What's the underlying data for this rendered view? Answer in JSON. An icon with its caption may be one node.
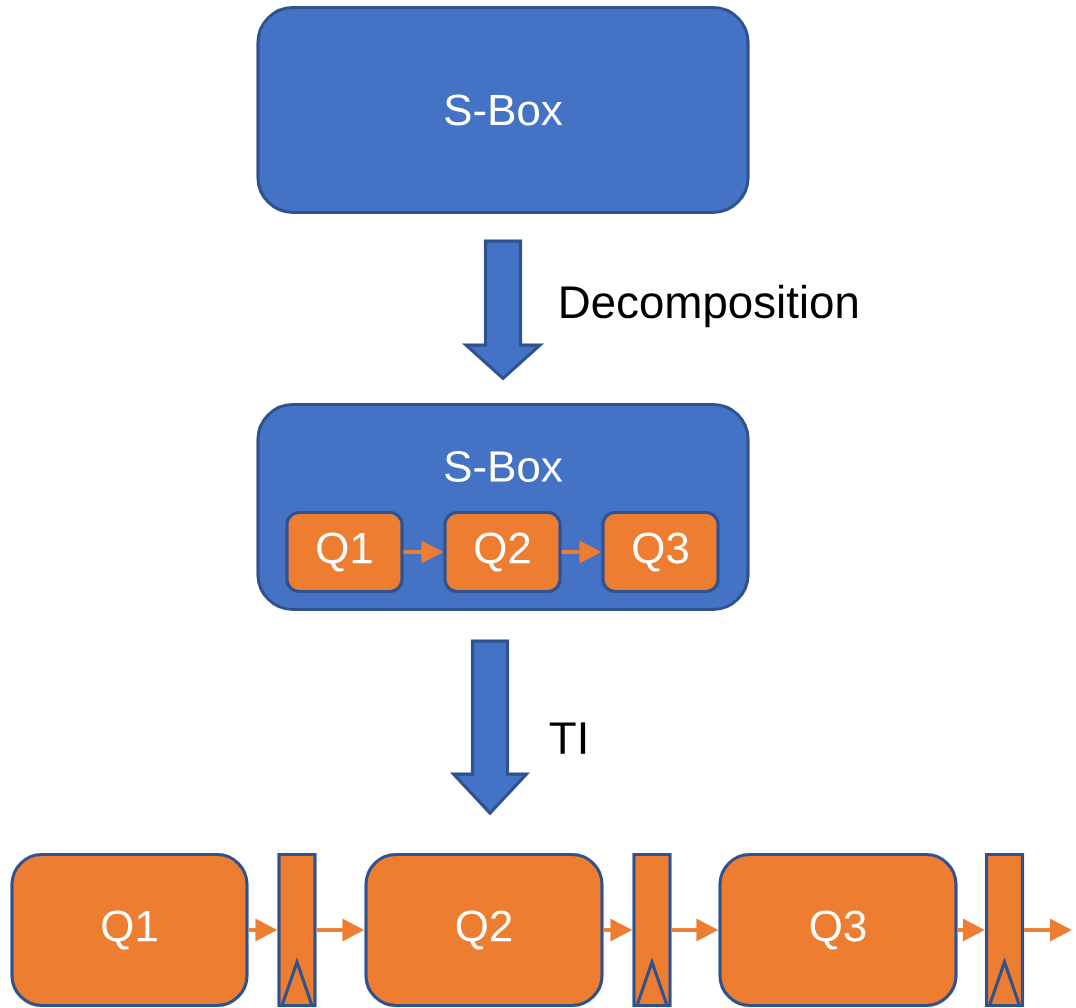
{
  "diagram": {
    "nodes": [
      {
        "text": [
          "S-Box"
        ]
      },
      {
        "text": [
          "S-Box"
        ]
      },
      {
        "text": [
          "Q1"
        ],
        "in": 1
      },
      {
        "text": [
          "Q2"
        ],
        "in": 1
      },
      {
        "text": [
          "Q3"
        ],
        "in": 1
      },
      {
        "text": [
          "Q1"
        ]
      },
      {
        "text": [],
        "shape": "box"
      },
      {
        "text": [
          "Q2"
        ]
      },
      {
        "text": [],
        "shape": "box"
      },
      {
        "text": [
          "Q3"
        ]
      },
      {
        "text": [],
        "shape": "box"
      }
    ],
    "edges": [
      {
        "from": 0,
        "to": 1,
        "arrow": "to",
        "label": "Decomposition",
        "style": "thick",
        "color": "#4472c4"
      },
      {
        "from": 1,
        "to": null,
        "arrow": "to",
        "label": "TI",
        "style": "thick",
        "color": "#4472c4"
      },
      {
        "from": 2,
        "to": 3,
        "arrow": "to"
      },
      {
        "from": 3,
        "to": 4,
        "arrow": "to"
      },
      {
        "from": 5,
        "to": 6,
        "arrow": "to"
      },
      {
        "from": 6,
        "to": 7,
        "arrow": "to"
      },
      {
        "from": 7,
        "to": 8,
        "arrow": "to"
      },
      {
        "from": 8,
        "to": 9,
        "arrow": "to"
      },
      {
        "from": 9,
        "to": 10,
        "arrow": "to"
      },
      {
        "from": 10,
        "to": null,
        "arrow": "to"
      }
    ]
  }
}
